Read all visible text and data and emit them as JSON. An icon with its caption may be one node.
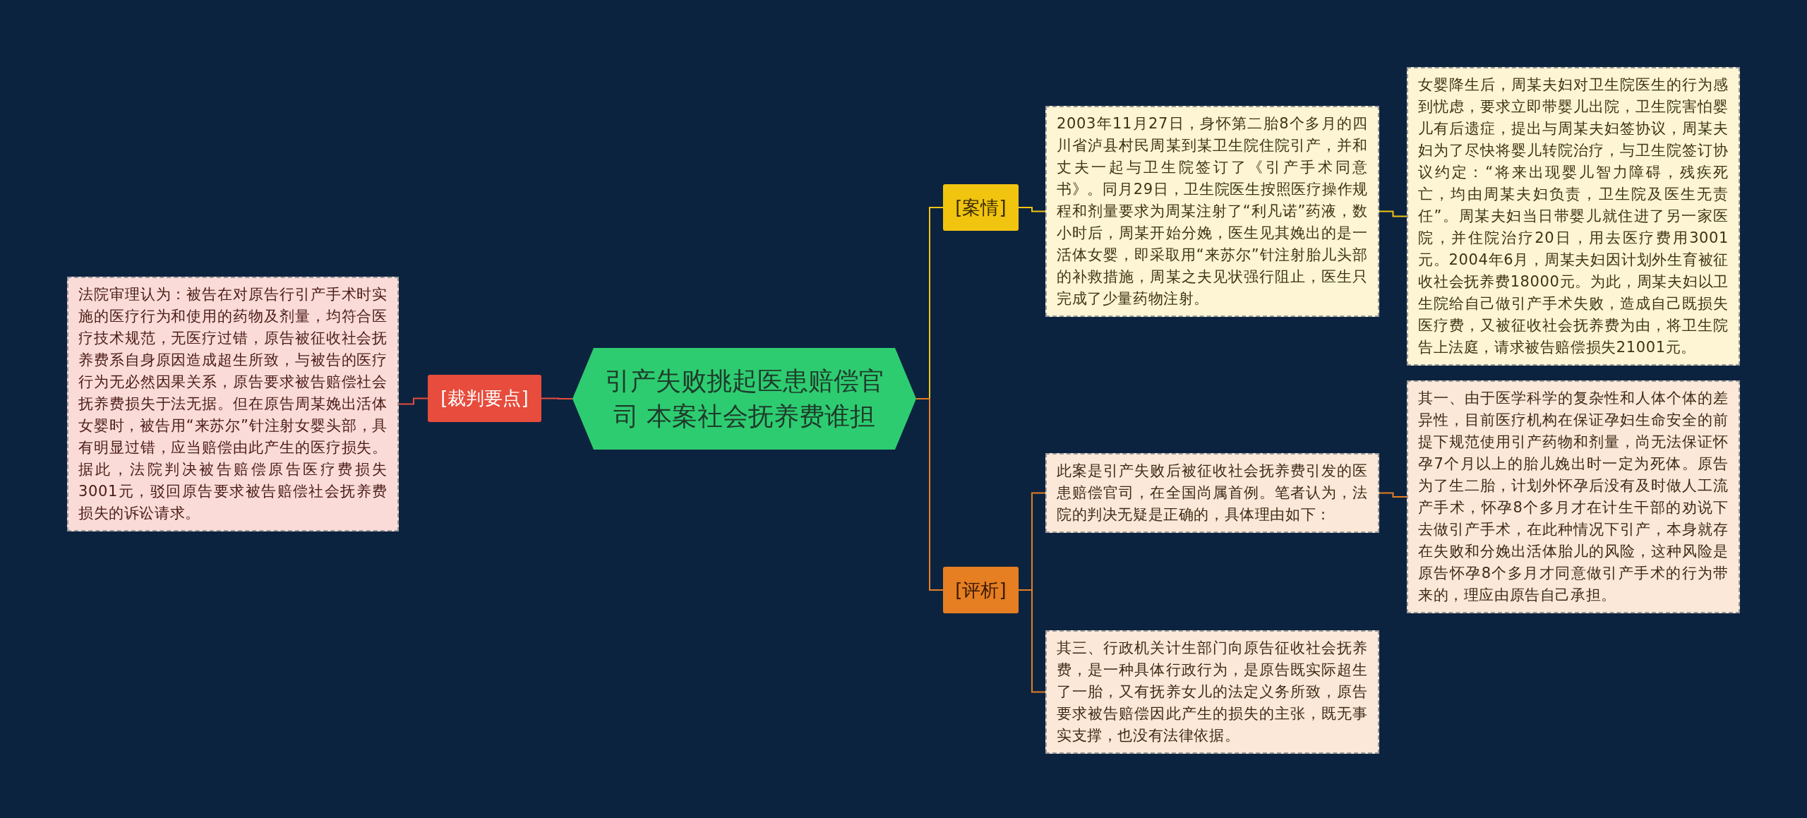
{
  "diagram": {
    "nodes": [
      {
        "text": [
          "引产失败挑起医患赔偿官司 本案社会抚养费谁担"
        ]
      },
      {
        "text": [
          "[案情]"
        ]
      },
      {
        "text": [
          "2003年11月27日，身怀第二胎8个多月的四川省泸县村民周某到某卫生院住院引产，并和丈夫一起与卫生院签订了《引产手术同意书》。同月29日，卫生院医生按照医疗操作规程和剂量要求为周某注射了“利凡诺”药液，数小时后，周某开始分娩，医生见其娩出的是一活体女婴，即采取用“来苏尔”针注射胎儿头部的补救措施，周某之夫见状强行阻止，医生只完成了少量药物注射。"
        ]
      },
      {
        "text": [
          "女婴降生后，周某夫妇对卫生院医生的行为感到忧虑，要求立即带婴儿出院，卫生院害怕婴儿有后遗症，提出与周某夫妇签协议，周某夫妇为了尽快将婴儿转院治疗，与卫生院签订协议约定：“将来出现婴儿智力障碍，残疾死亡，均由周某夫妇负责，卫生院及医生无责任”。周某夫妇当日带婴儿就住进了另一家医院，并住院治疗20日，用去医疗费用3001元。2004年6月，周某夫妇因计划外生育被征收社会抚养费18000元。为此，周某夫妇以卫生院给自己做引产手术失败，造成自己既损失医疗费，又被征收社会抚养费为由，将卫生院告上法庭，请求被告赔偿损失21001元。"
        ]
      },
      {
        "text": [
          "[评析]"
        ]
      },
      {
        "text": [
          "此案是引产失败后被征收社会抚养费引发的医患赔偿官司，在全国尚属首例。笔者认为，法院的判决无疑是正确的，具体理由如下："
        ]
      },
      {
        "text": [
          "其一、由于医学科学的复杂性和人体个体的差异性，目前医疗机构在保证孕妇生命安全的前提下规范使用引产药物和剂量，尚无法保证怀孕7个月以上的胎儿娩出时一定为死体。原告为了生二胎，计划外怀孕后没有及时做人工流产手术，怀孕8个多月才在计生干部的劝说下去做引产手术，在此种情况下引产，本身就存在失败和分娩出活体胎儿的风险，这种风险是原告怀孕8个多月才同意做引产手术的行为带来的，理应由原告自己承担。"
        ]
      },
      {
        "text": [
          "其三、行政机关计生部门向原告征收社会抚养费，是一种具体行政行为，是原告既实际超生了一胎，又有抚养女儿的法定义务所致，原告要求被告赔偿因此产生的损失的主张，既无事实支撑，也没有法律依据。"
        ]
      },
      {
        "text": [
          "[裁判要点]"
        ]
      },
      {
        "text": [
          "法院审理认为：被告在对原告行引产手术时实施的医疗行为和使用的药物及剂量，均符合医疗技术规范，无医疗过错，原告被征收社会抚养费系自身原因造成超生所致，与被告的医疗行为无必然因果关系，原告要求被告赔偿社会抚养费损失于法无据。但在原告周某娩出活体女婴时，被告用“来苏尔”针注射女婴头部，具有明显过错，应当赔偿由此产生的医疗损失。据此，法院判决被告赔偿原告医疗费损失3001元，驳回原告要求被告赔偿社会抚养费损失的诉讼请求。"
        ]
      }
    ],
    "edges": [
      {
        "from": 0,
        "to": 1,
        "arrow": "none",
        "color": "#f1c40f"
      },
      {
        "from": 1,
        "to": 2,
        "arrow": "none",
        "color": "#f1c40f"
      },
      {
        "from": 2,
        "to": 3,
        "arrow": "none",
        "color": "#f1c40f"
      },
      {
        "from": 0,
        "to": 4,
        "arrow": "none"
      },
      {
        "from": 4,
        "to": 5,
        "arrow": "none"
      },
      {
        "from": 5,
        "to": 6,
        "arrow": "none"
      },
      {
        "from": 4,
        "to": 7,
        "arrow": "none"
      },
      {
        "from": 0,
        "to": 8,
        "arrow": "none",
        "color": "#e74c3c"
      },
      {
        "from": 8,
        "to": 9,
        "arrow": "none",
        "color": "#e74c3c"
      }
    ]
  }
}
